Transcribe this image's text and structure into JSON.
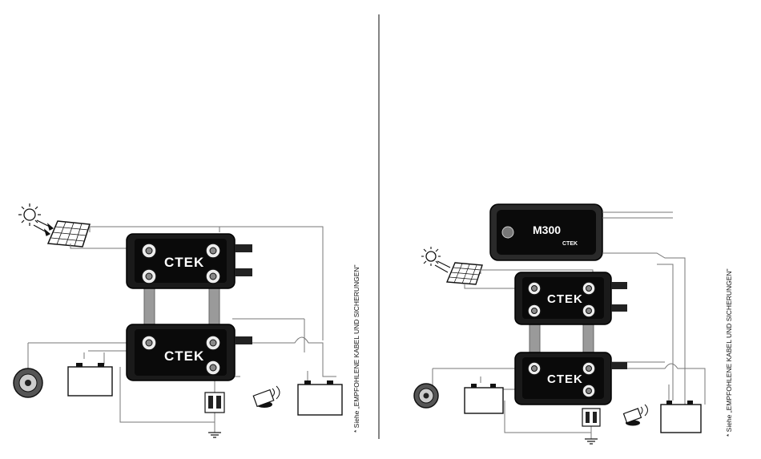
{
  "diagram": {
    "brand_label": "CTEK",
    "charger_label": "M300",
    "footnote_left": "* Siehe „EMPFOHLENE KABEL UND SICHERUNGEN\"",
    "footnote_right": "* Siehe „EMPFOHLENE KABEL UND SICHERUNGEN\"",
    "icons": [
      "sun-icon",
      "solar-panel-icon",
      "alternator-icon",
      "fuse-holder-icon",
      "remote-sensor-icon",
      "ground-icon",
      "battery-icon"
    ]
  }
}
